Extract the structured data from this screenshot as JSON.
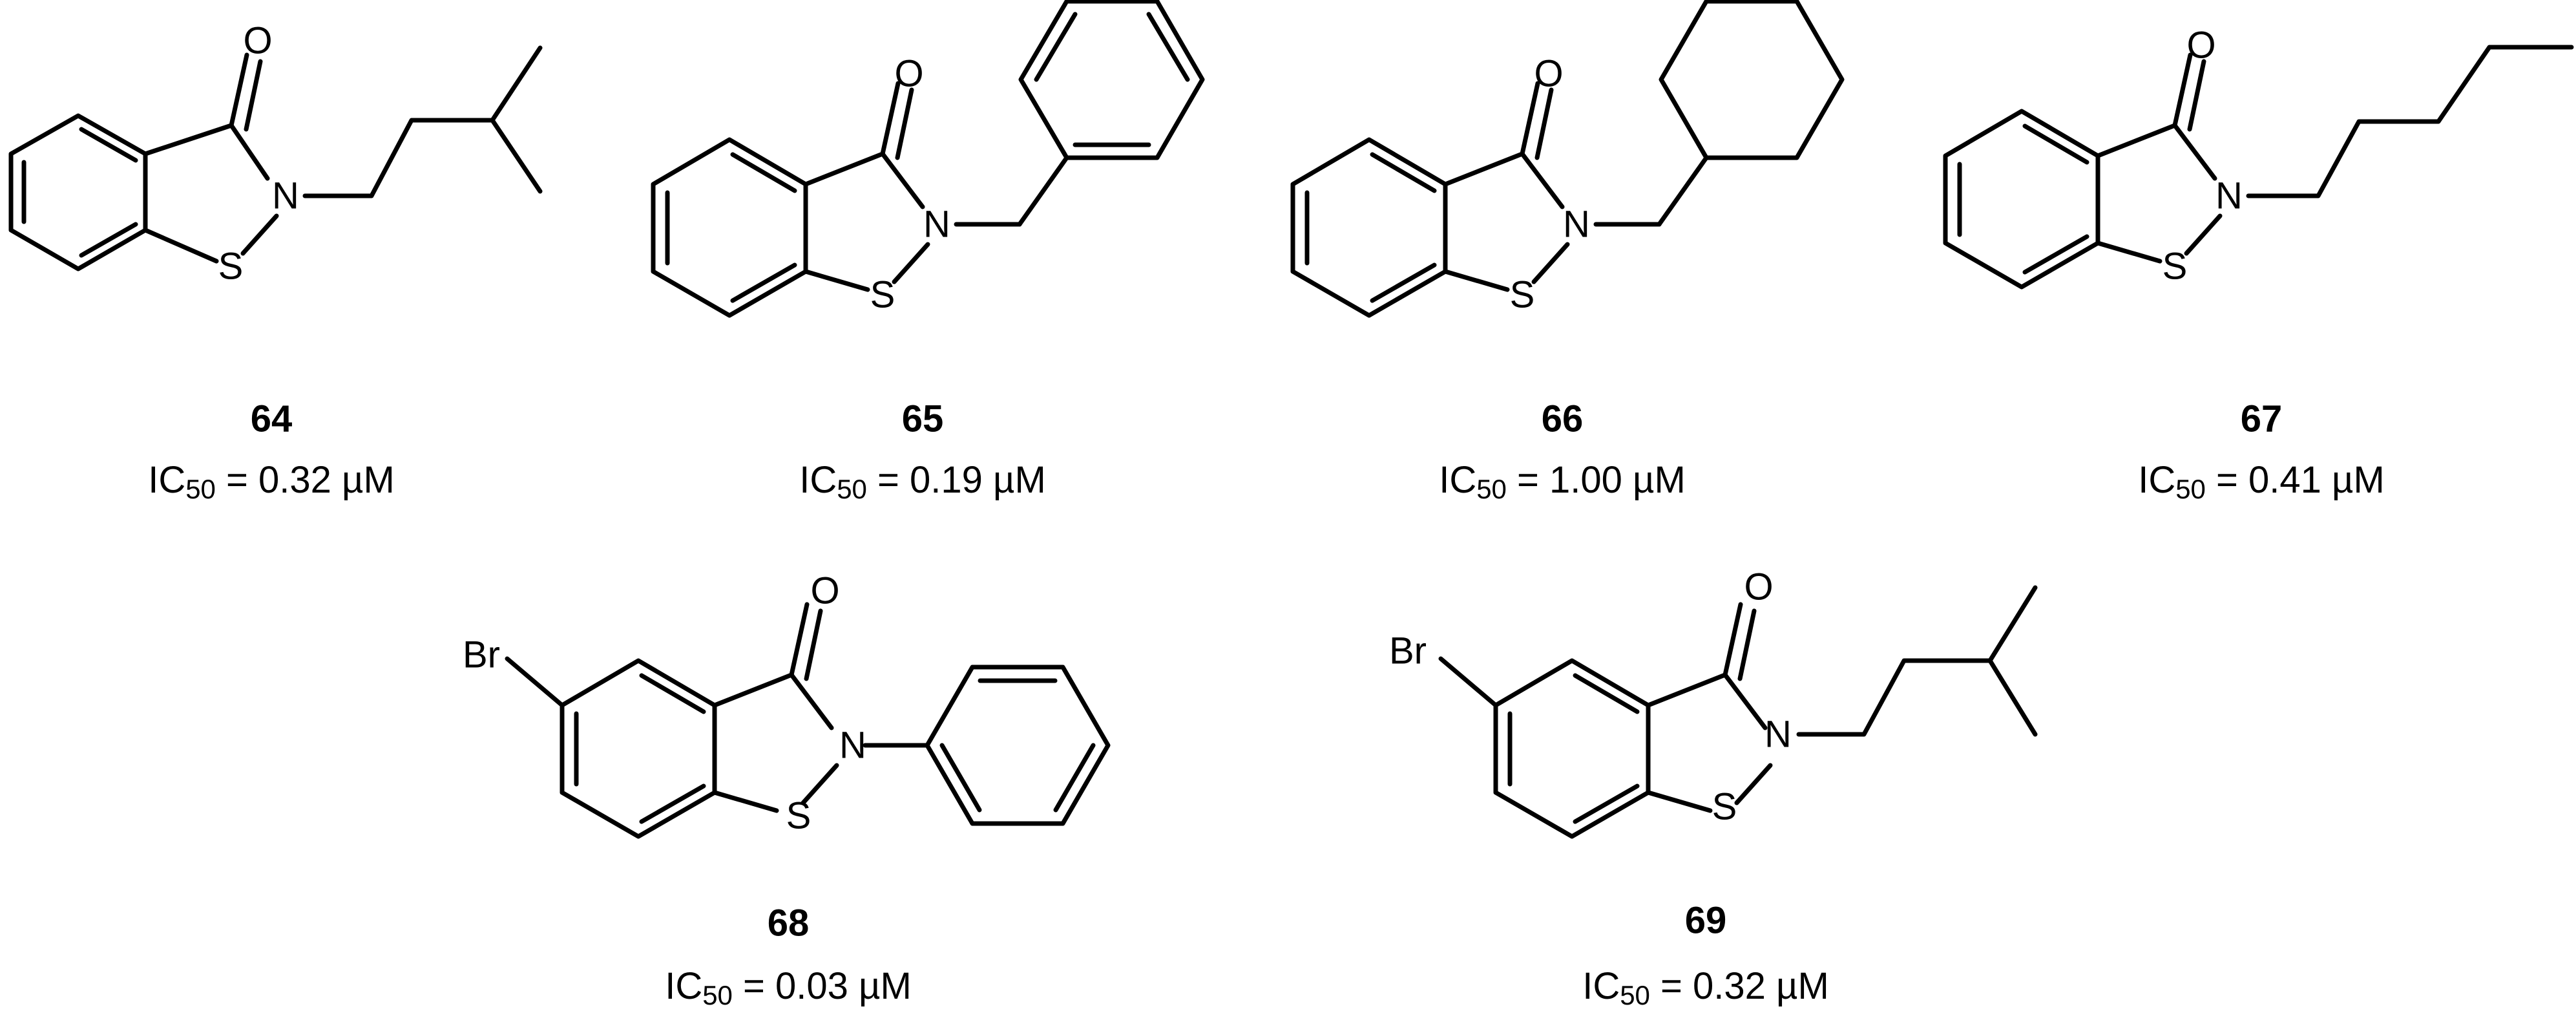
{
  "labels": {
    "oxygen": "O",
    "nitrogen": "N",
    "sulfur": "S",
    "bromine": "Br"
  },
  "ic50": {
    "prefix": "IC",
    "subscript": "50",
    "separator": " = ",
    "unit": " µM"
  },
  "compounds": [
    {
      "id": "64",
      "ic50_value": "0.32",
      "substituent": "isopentyl (3-methylbutyl)"
    },
    {
      "id": "65",
      "ic50_value": "0.19",
      "substituent": "benzyl"
    },
    {
      "id": "66",
      "ic50_value": "1.00",
      "substituent": "cyclohexylmethyl"
    },
    {
      "id": "67",
      "ic50_value": "0.41",
      "substituent": "n-pentyl"
    },
    {
      "id": "68",
      "ic50_value": "0.03",
      "substituent": "phenyl",
      "ring_substituent": "Br"
    },
    {
      "id": "69",
      "ic50_value": "0.32",
      "substituent": "isopentyl (3-methylbutyl)",
      "ring_substituent": "Br"
    }
  ],
  "colors": {
    "ink": "#000000",
    "background": "#ffffff"
  }
}
